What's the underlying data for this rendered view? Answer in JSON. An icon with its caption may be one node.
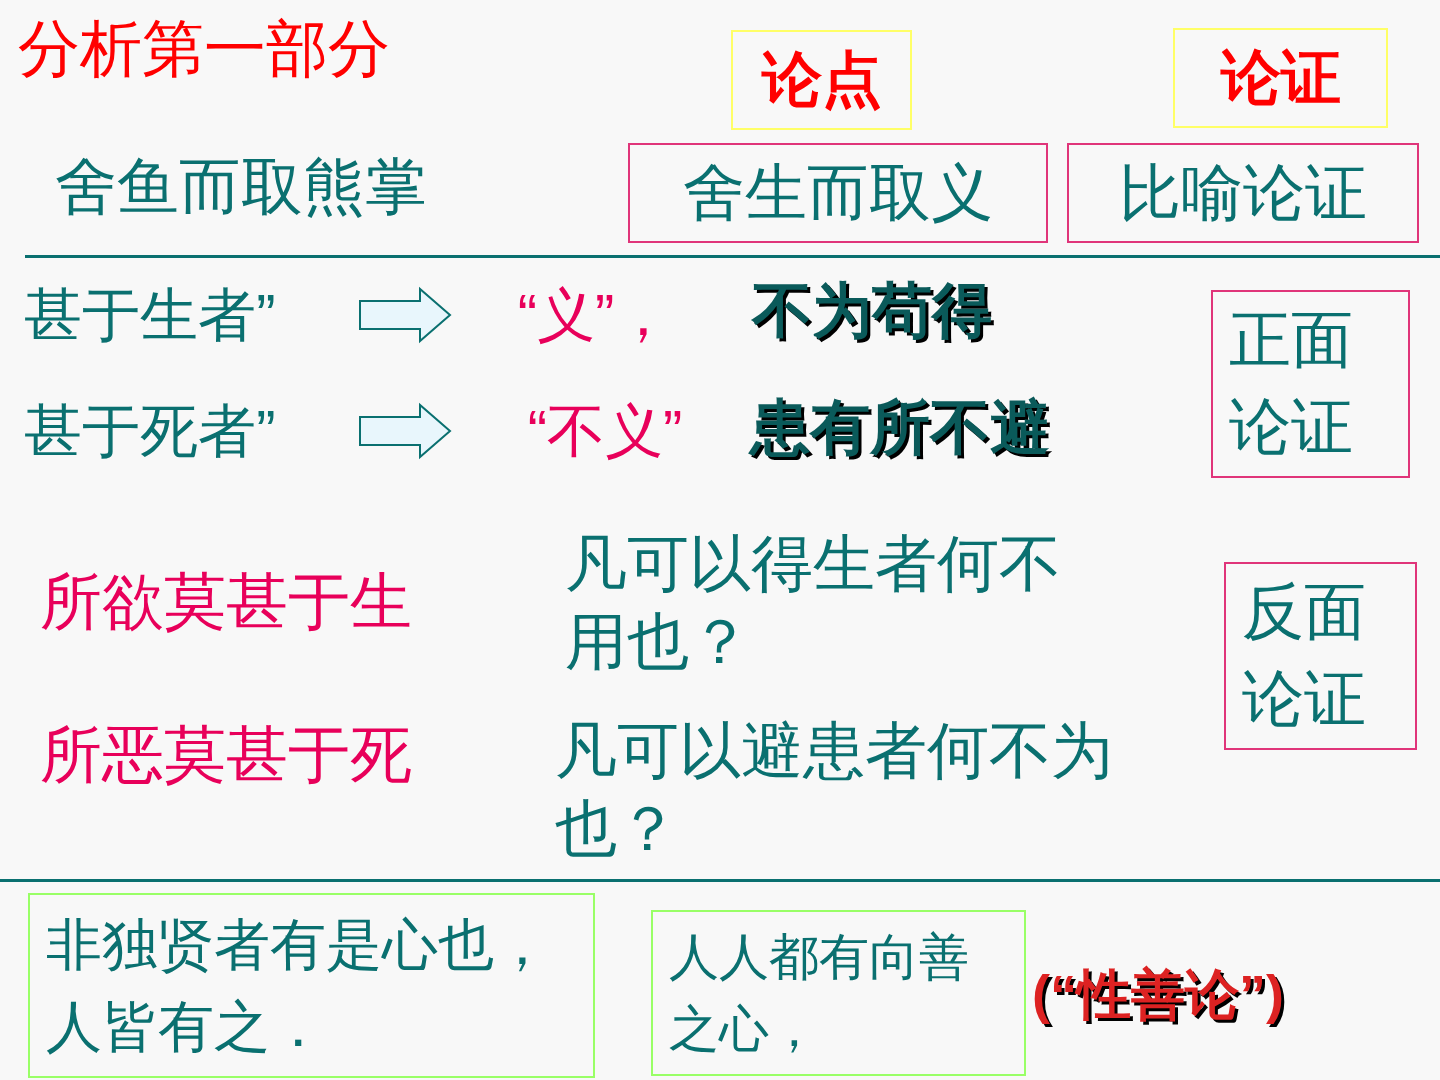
{
  "diagram": {
    "title": "分析第一部分",
    "nodes": [
      {
        "text": [
          "论点"
        ]
      },
      {
        "text": [
          "论证"
        ]
      },
      {
        "text": [
          "舍生而取义"
        ]
      },
      {
        "text": [
          "比喻论证"
        ]
      },
      {
        "text": [
          "甚于生者”"
        ]
      },
      {
        "text": [
          "“义”，"
        ]
      },
      {
        "text": [
          "正面论证"
        ]
      },
      {
        "text": [
          "甚于死者”"
        ]
      },
      {
        "text": [
          "“不义”"
        ]
      },
      {
        "text": [
          "反面论证"
        ]
      },
      {
        "text": [
          "非独贤者有是心也，人皆有之．"
        ]
      },
      {
        "text": [
          "人人都有向善之心，"
        ]
      }
    ],
    "edges": [
      {
        "from": 4,
        "to": 5,
        "arrow": "to"
      },
      {
        "from": 7,
        "to": 8,
        "arrow": "to"
      }
    ],
    "labels": [
      "舍鱼而取熊掌",
      "不为苟得",
      "患有所不避",
      "所欲莫甚于生",
      "凡可以得生者何不用也？",
      "所恶莫甚于死",
      "凡可以避患者何不为也？",
      "(“性善论”)"
    ]
  }
}
